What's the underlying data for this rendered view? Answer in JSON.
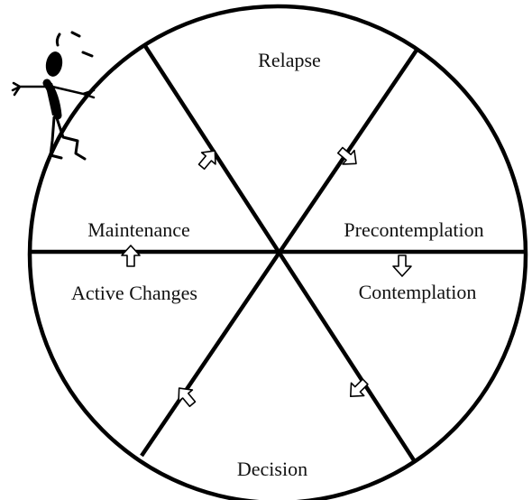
{
  "diagram": {
    "stages": {
      "relapse": "Relapse",
      "precontemplation": "Precontemplation",
      "contemplation": "Contemplation",
      "decision": "Decision",
      "active_changes": "Active Changes",
      "maintenance": "Maintenance"
    },
    "colors": {
      "line": "#000000",
      "background": "#ffffff",
      "figure": "#000000"
    },
    "icons": [
      "stick-figure-icon",
      "motion-lines-icon",
      "arrow-icon"
    ]
  }
}
